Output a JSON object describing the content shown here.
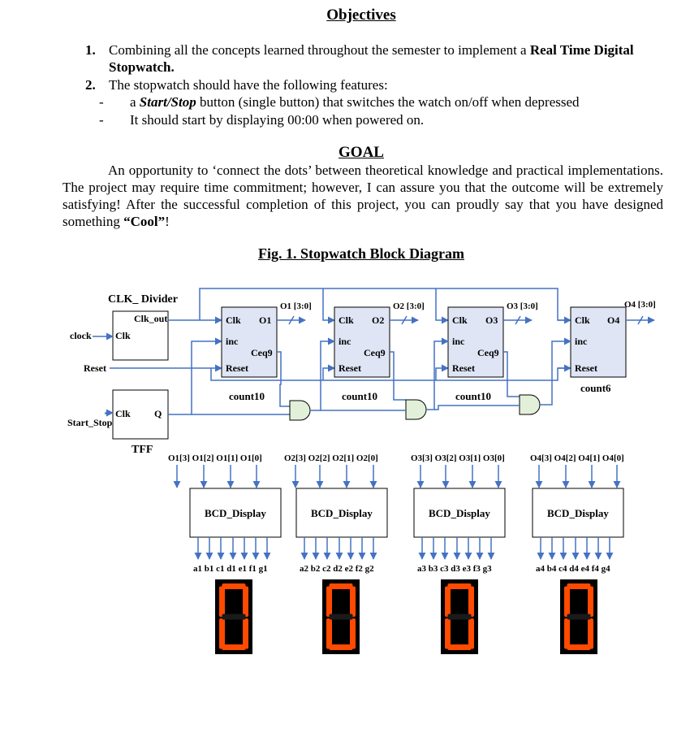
{
  "objectives": {
    "title": "Objectives",
    "items": [
      {
        "num": "1.",
        "pre": "Combining all the concepts learned throughout the semester to implement a ",
        "bold": "Real Time Digital Stopwatch."
      },
      {
        "num": "2.",
        "text": "The stopwatch should have the following features:"
      }
    ],
    "sub_items": [
      {
        "dash": "-",
        "pre": "a ",
        "emph": "Start/Stop",
        "post": " button (single button) that switches the watch on/off when depressed"
      },
      {
        "dash": "-",
        "text": "It should start by displaying 00:00 when powered on."
      }
    ]
  },
  "goal": {
    "title": "GOAL",
    "paragraph": "An opportunity to ‘connect the dots’ between theoretical knowledge and practical implementations. The project may require time commitment; however, I can assure you that the outcome will be extremely satisfying! After the successful completion of this project, you can proudly say that you have designed something ",
    "bold_end": "“Cool”",
    "end": "!"
  },
  "figure": {
    "caption": "Fig. 1. Stopwatch Block Diagram",
    "clk_divider": {
      "title": "CLK_ Divider",
      "out": "Clk_out",
      "in": "Clk"
    },
    "tff": {
      "title": "TFF",
      "clk": "Clk",
      "q": "Q"
    },
    "inputs": {
      "clock": "clock",
      "reset": "Reset",
      "start_stop": "Start_Stop"
    },
    "counters": [
      {
        "name": "count10",
        "clk": "Clk",
        "out": "O1",
        "inc": "inc",
        "ceq": "Ceq9",
        "reset": "Reset",
        "bus": "O1 [3:0]"
      },
      {
        "name": "count10",
        "clk": "Clk",
        "out": "O2",
        "inc": "inc",
        "ceq": "Ceq9",
        "reset": "Reset",
        "bus": "O2 [3:0]"
      },
      {
        "name": "count10",
        "clk": "Clk",
        "out": "O3",
        "inc": "inc",
        "ceq": "Ceq9",
        "reset": "Reset",
        "bus": "O3 [3:0]"
      },
      {
        "name": "count6",
        "clk": "Clk",
        "out": "O4",
        "inc": "inc",
        "ceq": "",
        "reset": "Reset",
        "bus": "O4 [3:0]"
      }
    ],
    "displays": [
      {
        "label": "BCD_Display",
        "inputs": "O1[3] O1[2] O1[1] O1[0]",
        "outputs": "a1  b1  c1  d1  e1  f1 g1",
        "digit": "0"
      },
      {
        "label": "BCD_Display",
        "inputs": "O2[3] O2[2] O2[1] O2[0]",
        "outputs": "a2  b2  c2  d2  e2  f2 g2",
        "digit": "0"
      },
      {
        "label": "BCD_Display",
        "inputs": "O3[3] O3[2] O3[1] O3[0]",
        "outputs": "a3  b3  c3  d3  e3  f3 g3",
        "digit": "0"
      },
      {
        "label": "BCD_Display",
        "inputs": "O4[3] O4[2] O4[1] O4[0]",
        "outputs": "a4  b4  c4  d4  e4  f4 g4",
        "digit": "0"
      }
    ]
  },
  "colors": {
    "wire": "#4472c4",
    "counter_fill": "#dfe5f5",
    "segment_on": "#ff4a00",
    "segment_bg": "#000000"
  }
}
